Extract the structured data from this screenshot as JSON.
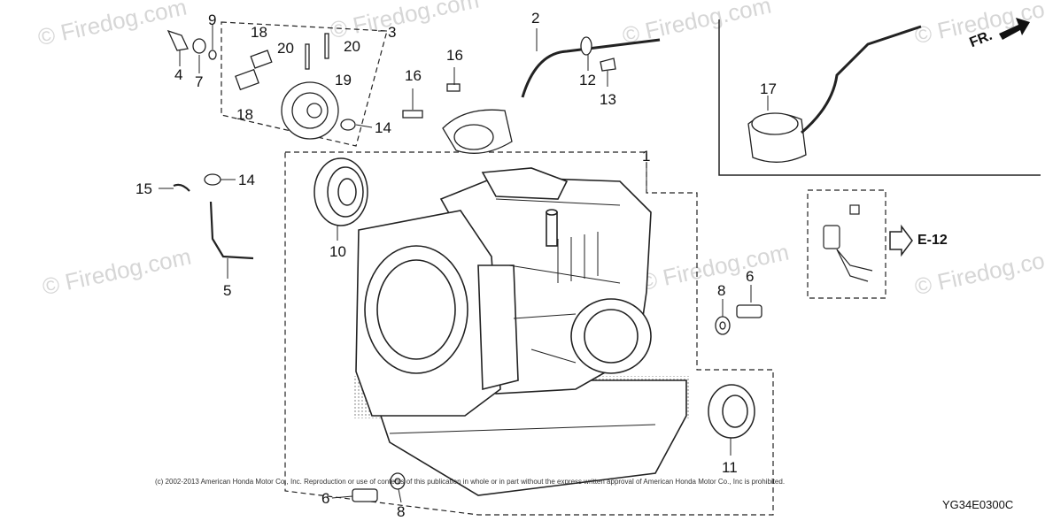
{
  "watermarks": [
    "© Firedog.com",
    "© Firedog.com",
    "© Firedog.com",
    "© Firedog.com",
    "© Firedog.com",
    "© Firedog.com",
    "© Firedog.com"
  ],
  "callouts": [
    "1",
    "2",
    "3",
    "4",
    "5",
    "6",
    "6",
    "7",
    "8",
    "8",
    "9",
    "10",
    "11",
    "12",
    "13",
    "14",
    "14",
    "15",
    "16",
    "16",
    "17",
    "18",
    "18",
    "19",
    "20",
    "20"
  ],
  "direction_label": "FR.",
  "section_reference": "E-12",
  "copyright": "(c) 2002-2013 American Honda Motor Co., Inc. Reproduction or use of contents of this publication in whole or in part without the express written approval of American Honda Motor Co., Inc is prohibited.",
  "drawing_code": "YG34E0300C"
}
